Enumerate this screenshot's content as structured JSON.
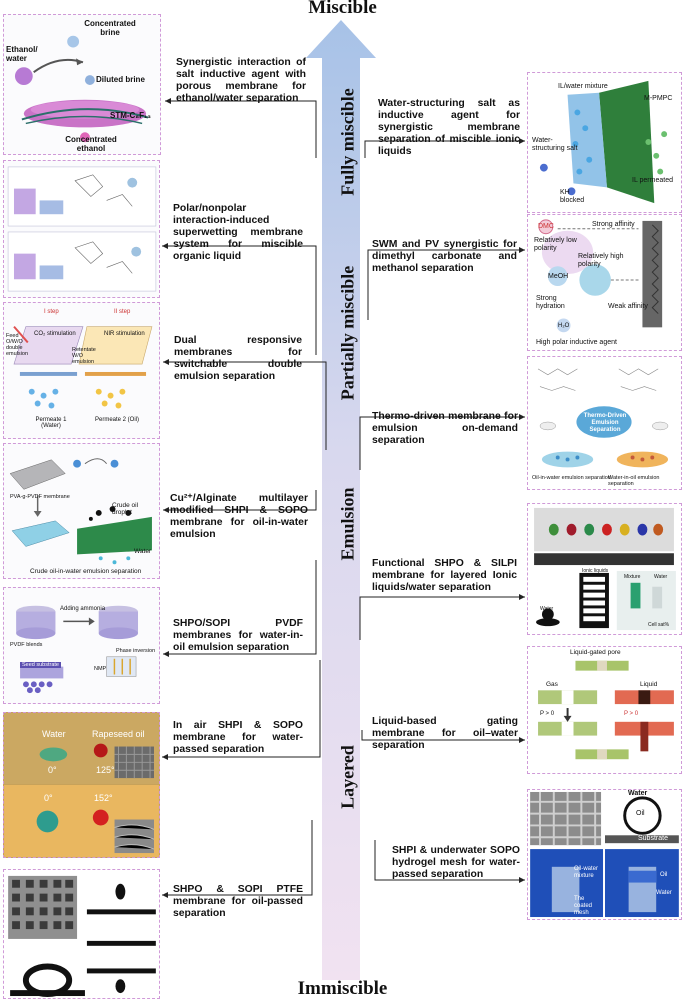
{
  "axis": {
    "top": "Miscible",
    "bottom": "Immiscible"
  },
  "regions": {
    "fully": "Fully miscible",
    "partially": "Partially miscible",
    "emulsion": "Emulsion",
    "layered": "Layered"
  },
  "descriptions": {
    "l1": "Synergistic interaction of salt inductive agent with porous membrane for ethanol/water separation",
    "l2": "Polar/nonpolar interaction-induced superwetting membrane system for miscible organic liquid",
    "l3": "Dual responsive membranes for switchable double emulsion separation",
    "l4": "Cu²⁺/Alginate multilayer modified SHPI & SOPO membrane for oil-in-water emulsion",
    "l5": "SHPO/SOPI PVDF membranes for water-in-oil emulsion separation",
    "l6": "In air SHPI & SOPO membrane for water-passed separation",
    "l7": "SHPO & SOPI PTFE membrane for oil-passed separation",
    "r1": "Water-structuring salt as inductive agent for synergistic membrane separation of miscible ionic liquids",
    "r2": "SWM and PV synergistic for dimethyl carbonate and methanol separation",
    "r3": "Thermo-driven membrane for emulsion on-demand separation",
    "r4": "Functional SHPO & SILPI membrane for layered Ionic liquids/water separation",
    "r5": "Liquid-based gating membrane for oil–water separation",
    "r6": "SHPI & underwater SOPO hydrogel mesh for water-passed separation"
  },
  "panel_labels": {
    "l1": {
      "a": "Concentrated brine",
      "b": "Ethanol/ water",
      "c": "Diluted brine",
      "d": "STM-C₈F₁₃",
      "e": "Concentrated ethanol"
    },
    "l3": {
      "a": "Feed O/W/O double emulsion",
      "b": "CO₂ stimulation",
      "c": "Retentate W/O emulsion",
      "d": "NIR stimulation",
      "e": "Permeate 1 (Water)",
      "f": "Permeate 2 (Oil)",
      "g": "I step",
      "h": "II step"
    },
    "l4": {
      "a": "Crude oil droplet",
      "b": "Water",
      "c": "Crude oil-in-water emulsion separation",
      "d": "PVA-g-PVDF membrane"
    },
    "l5": {
      "a": "Adding ammonia",
      "b": "PVDF blends",
      "c": "Phase inversion",
      "d": "Seed substrate",
      "e": "NMP"
    },
    "l6": {
      "a": "Water",
      "b": "Rapeseed oil",
      "c": "0°",
      "d": "125°",
      "e": "0°",
      "f": "152°"
    },
    "r1": {
      "a": "IL/water mixture",
      "b": "M-PMPC",
      "c": "Water-structuring salt",
      "d": "KH blocked",
      "e": "IL permeated"
    },
    "r2": {
      "a": "DMC",
      "b": "Strong affinity",
      "c": "Relatively low polarity",
      "d": "Relatively high polarity",
      "e": "MeOH",
      "f": "Strong hydration",
      "g": "Weak affinity",
      "h": "High polar inductive agent",
      "i": "H₂O"
    },
    "r3": {
      "a": "Thermo-Driven Emulsion Separation",
      "b": "Oil-in-water emulsion separation",
      "c": "Water-in-oil emulsion separation"
    },
    "r4": {
      "a": "Ionic liquids",
      "b": "Mixture",
      "c": "Water",
      "d": "Water",
      "e": "Cell sat%"
    },
    "r5": {
      "a": "Liquid-gated pore",
      "b": "Gas",
      "c": "Liquid",
      "d": "P > 0",
      "e": "P > 0"
    },
    "r6": {
      "a": "Water",
      "b": "Oil",
      "c": "Substrate",
      "d": "Oil-water mixture",
      "e": "The coated mesh",
      "f": "Oil",
      "g": "Water"
    }
  },
  "colors": {
    "arrow_top": "#a9c4e8",
    "arrow_bottom": "#eedff0",
    "panel_border": "#d09ad8"
  }
}
